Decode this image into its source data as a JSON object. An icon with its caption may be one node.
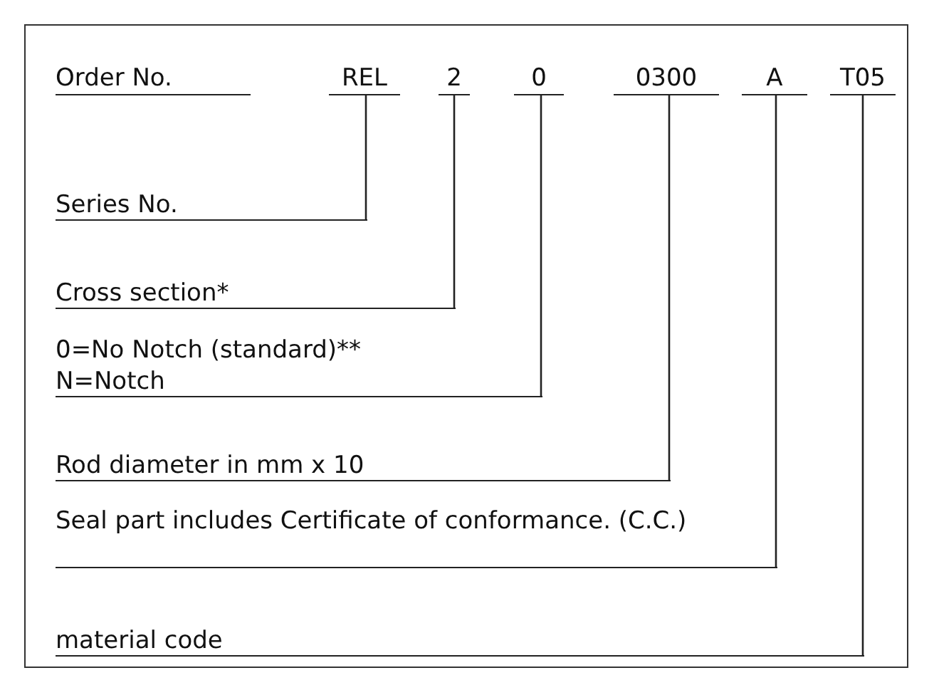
{
  "diagram": {
    "nodes": [
      {
        "text": [
          "REL"
        ]
      },
      {
        "text": [
          "2"
        ]
      },
      {
        "text": [
          "0"
        ]
      },
      {
        "text": [
          "0300"
        ]
      },
      {
        "text": [
          "A"
        ]
      },
      {
        "text": [
          "T05"
        ]
      },
      {
        "text": [
          "Series No."
        ]
      },
      {
        "text": [
          "Cross section*"
        ]
      },
      {
        "text": [
          "0=No Notch (standard)**",
          "N=Notch"
        ]
      },
      {
        "text": [
          "Rod diameter in mm x 10"
        ]
      },
      {
        "text": [
          "Seal part includes Certificate of conformance. (C.C.)"
        ]
      },
      {
        "text": [
          "material code"
        ]
      }
    ],
    "edges": [
      {
        "from": 6,
        "to": 0,
        "arrow": "none"
      },
      {
        "from": 7,
        "to": 1,
        "arrow": "none"
      },
      {
        "from": 8,
        "to": 2,
        "arrow": "none"
      },
      {
        "from": 9,
        "to": 3,
        "arrow": "none"
      },
      {
        "from": 10,
        "to": 4,
        "arrow": "none"
      },
      {
        "from": 11,
        "to": 5,
        "arrow": "none"
      }
    ],
    "labels": [
      "Order No."
    ]
  }
}
